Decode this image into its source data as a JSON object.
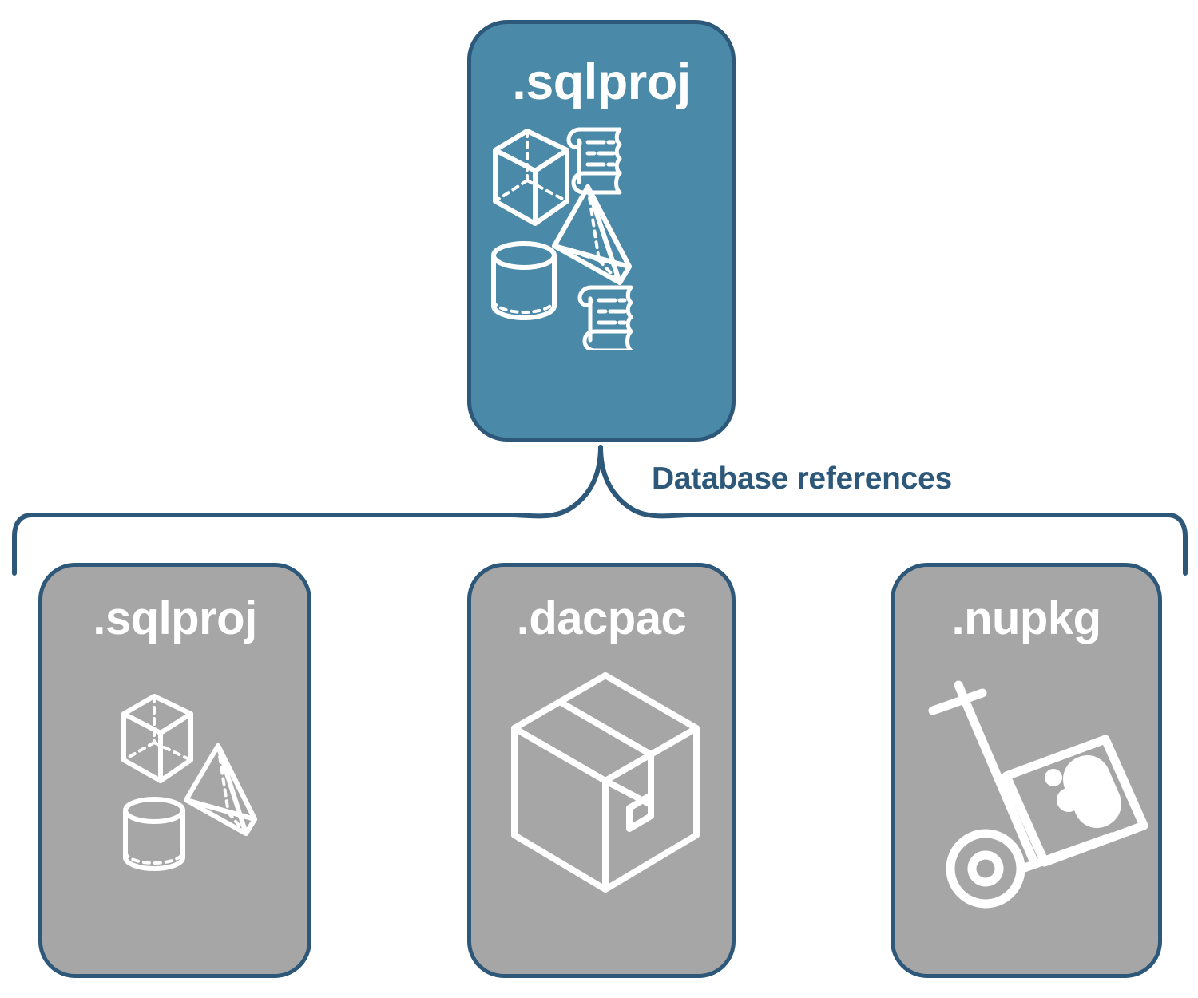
{
  "diagram": {
    "title_semantic": "SQL project database references diagram",
    "colors": {
      "primary_card_fill": "#4A8AA8",
      "reference_card_fill": "#A6A6A6",
      "border": "#2D587A",
      "label_text": "#2D587A",
      "card_title_text": "#FFFFFF",
      "icon_stroke": "#FFFFFF",
      "background": "#FFFFFF"
    },
    "connector": {
      "label": "Database references",
      "style": "curly-brace",
      "orientation": "top-peak-down"
    }
  },
  "root_card": {
    "title": ".sqlproj",
    "icons": [
      "cube-wireframe-icon",
      "script-scroll-icon",
      "pyramid-wireframe-icon",
      "cylinder-wireframe-icon",
      "script-scroll-icon"
    ]
  },
  "reference_cards": [
    {
      "id": "sqlproj-ref",
      "title": ".sqlproj",
      "icons": [
        "cube-wireframe-icon",
        "pyramid-wireframe-icon",
        "cylinder-wireframe-icon"
      ]
    },
    {
      "id": "dacpac",
      "title": ".dacpac",
      "icons": [
        "shipping-box-icon"
      ]
    },
    {
      "id": "nupkg",
      "title": ".nupkg",
      "icons": [
        "hand-truck-icon",
        "nuget-package-icon"
      ]
    }
  ]
}
